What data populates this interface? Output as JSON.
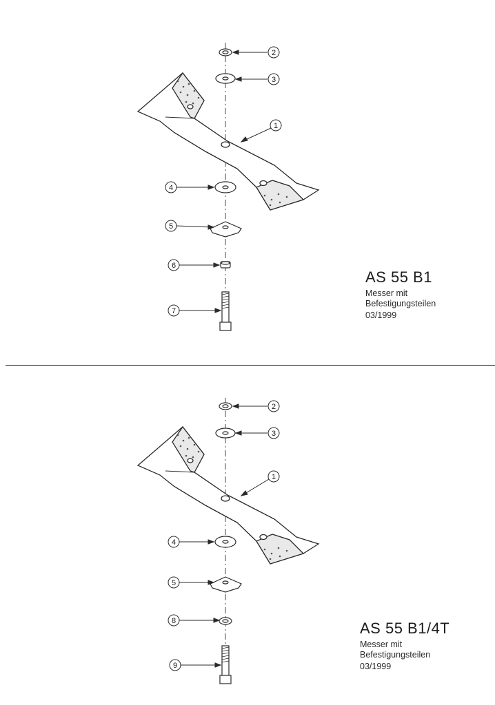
{
  "diagrams": [
    {
      "model": "AS 55 B1",
      "description_line1": "Messer mit",
      "description_line2": "Befestigungsteilen",
      "date": "03/1999",
      "callouts": [
        "2",
        "3",
        "1",
        "4",
        "5",
        "6",
        "7"
      ]
    },
    {
      "model": "AS 55 B1/4T",
      "description_line1": "Messer mit",
      "description_line2": "Befestigungsteilen",
      "date": "03/1999",
      "callouts": [
        "2",
        "3",
        "1",
        "4",
        "5",
        "8",
        "9"
      ]
    }
  ],
  "colors": {
    "line": "#2a2a2a",
    "paper": "#ffffff"
  }
}
